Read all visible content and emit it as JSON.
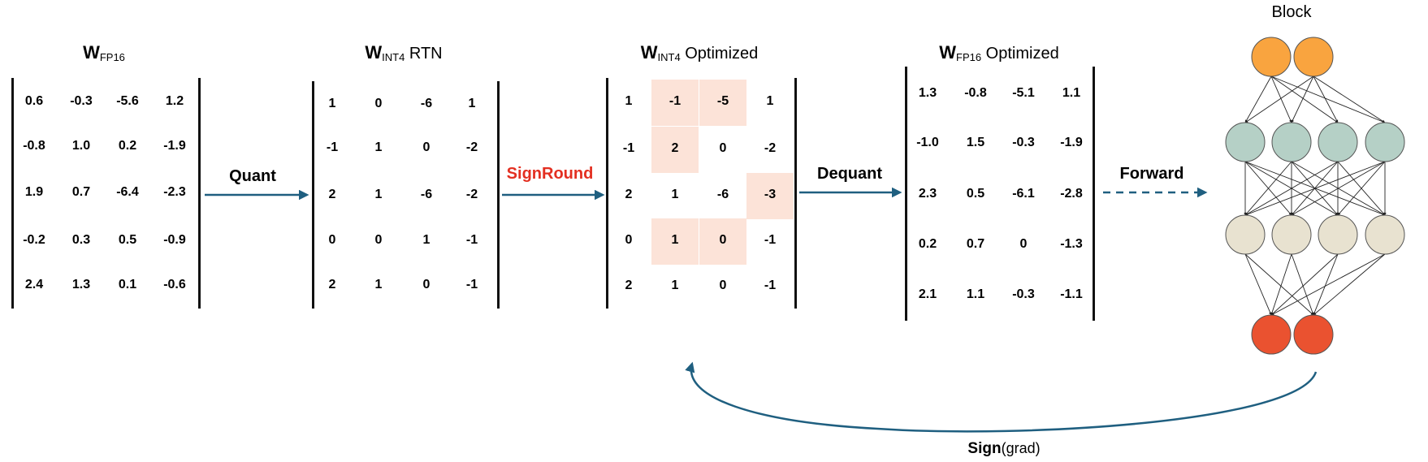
{
  "matrices": [
    {
      "title_main": "W",
      "title_sub": "FP16",
      "title_rest": "",
      "rows": [
        [
          "0.6",
          "-0.3",
          "-5.6",
          "1.2"
        ],
        [
          "-0.8",
          "1.0",
          "0.2",
          "-1.9"
        ],
        [
          "1.9",
          "0.7",
          "-6.4",
          "-2.3"
        ],
        [
          "-0.2",
          "0.3",
          "0.5",
          "-0.9"
        ],
        [
          "2.4",
          "1.3",
          "0.1",
          "-0.6"
        ]
      ]
    },
    {
      "title_main": "W",
      "title_sub": "INT4",
      "title_rest": "RTN",
      "rows": [
        [
          "1",
          "0",
          "-6",
          "1"
        ],
        [
          "-1",
          "1",
          "0",
          "-2"
        ],
        [
          "2",
          "1",
          "-6",
          "-2"
        ],
        [
          "0",
          "0",
          "1",
          "-1"
        ],
        [
          "2",
          "1",
          "0",
          "-1"
        ]
      ]
    },
    {
      "title_main": "W",
      "title_sub": "INT4",
      "title_rest": "Optimized",
      "rows": [
        [
          "1",
          "-1",
          "-5",
          "1"
        ],
        [
          "-1",
          "2",
          "0",
          "-2"
        ],
        [
          "2",
          "1",
          "-6",
          "-3"
        ],
        [
          "0",
          "1",
          "0",
          "-1"
        ],
        [
          "2",
          "1",
          "0",
          "-1"
        ]
      ]
    },
    {
      "title_main": "W",
      "title_sub": "FP16",
      "title_rest": "Optimized",
      "rows": [
        [
          "1.3",
          "-0.8",
          "-5.1",
          "1.1"
        ],
        [
          "-1.0",
          "1.5",
          "-0.3",
          "-1.9"
        ],
        [
          "2.3",
          "0.5",
          "-6.1",
          "-2.8"
        ],
        [
          "0.2",
          "0.7",
          "0",
          "-1.3"
        ],
        [
          "2.1",
          "1.1",
          "-0.3",
          "-1.1"
        ]
      ]
    }
  ],
  "highlighted_cells_int4_optimized": [
    [
      0,
      1
    ],
    [
      0,
      2
    ],
    [
      1,
      1
    ],
    [
      2,
      3
    ],
    [
      3,
      1
    ],
    [
      3,
      2
    ]
  ],
  "arrows": {
    "quant": "Quant",
    "signround": "SignRound",
    "dequant": "Dequant",
    "forward": "Forward"
  },
  "block": {
    "title": "Block",
    "layers": [
      2,
      4,
      4,
      2
    ],
    "layer_colors": [
      "#f9a43f",
      "#b5d0c6",
      "#e8e2d0",
      "#ea5230"
    ]
  },
  "feedback": {
    "sign_bold": "Sign",
    "sign_rest": "(grad)"
  },
  "colors": {
    "arrow": "#1f5f80",
    "highlight": "#fce3d8",
    "signround_text": "#e32f21"
  }
}
